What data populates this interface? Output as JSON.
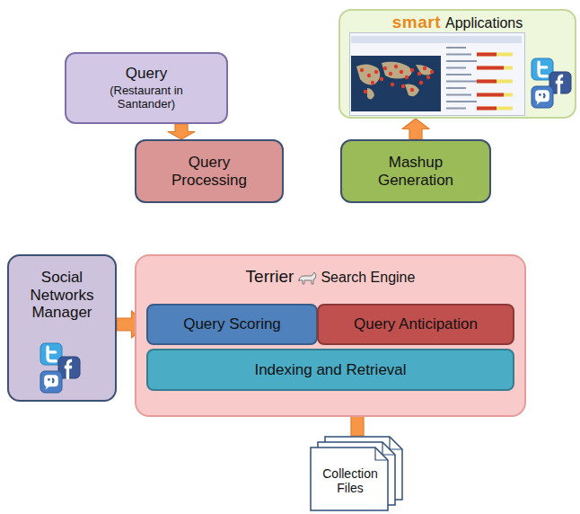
{
  "diagram": {
    "nodes": [
      {
        "text": [
          "Query",
          "(Restaurant in Santander)"
        ]
      },
      {
        "text": [
          "smart",
          "Applications"
        ]
      },
      {
        "text": [
          "Query Processing"
        ]
      },
      {
        "text": [
          "Mashup Generation"
        ]
      },
      {
        "text": [
          "Social Networks Manager"
        ]
      },
      {
        "text": [
          "Terrier",
          "Search Engine"
        ]
      },
      {
        "text": [
          "Query Scoring"
        ],
        "in": 5
      },
      {
        "text": [
          "Query Anticipation"
        ],
        "in": 5
      },
      {
        "text": [
          "Indexing and Retrieval"
        ],
        "in": 5
      },
      {
        "text": [
          "Collection Files"
        ]
      }
    ],
    "edges": [
      {
        "from": 0,
        "to": 2,
        "arrow": "to"
      },
      {
        "from": 3,
        "to": 1,
        "arrow": "to"
      },
      {
        "from": 4,
        "to": 6,
        "arrow": "to"
      },
      {
        "from": 9,
        "to": 8,
        "arrow": "to"
      }
    ]
  }
}
